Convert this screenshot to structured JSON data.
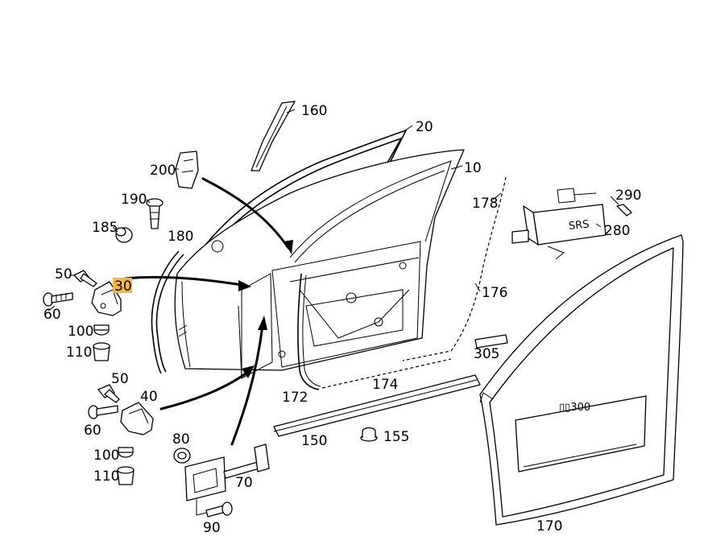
{
  "labels": {
    "p160": "160",
    "p20": "20",
    "p10": "10",
    "p200": "200",
    "p190": "190",
    "p185": "185",
    "p180": "180",
    "p178": "178",
    "p290": "290",
    "p280": "280",
    "p50a": "50",
    "p30": "30",
    "p60a": "60",
    "p100a": "100",
    "p110a": "110",
    "p176": "176",
    "p305": "305",
    "p50b": "50",
    "p40": "40",
    "p172": "172",
    "p174": "174",
    "p60b": "60",
    "p80": "80",
    "p150": "150",
    "p155": "155",
    "p100b": "100",
    "p110b": "110",
    "p70": "70",
    "p90": "90",
    "p170": "170"
  },
  "module_text": "SRS",
  "panel_text": "▯▯300",
  "colors": {
    "highlight": "#f3b83a",
    "line": "#000000",
    "background": "#ffffff"
  },
  "highlighted_part": "30"
}
